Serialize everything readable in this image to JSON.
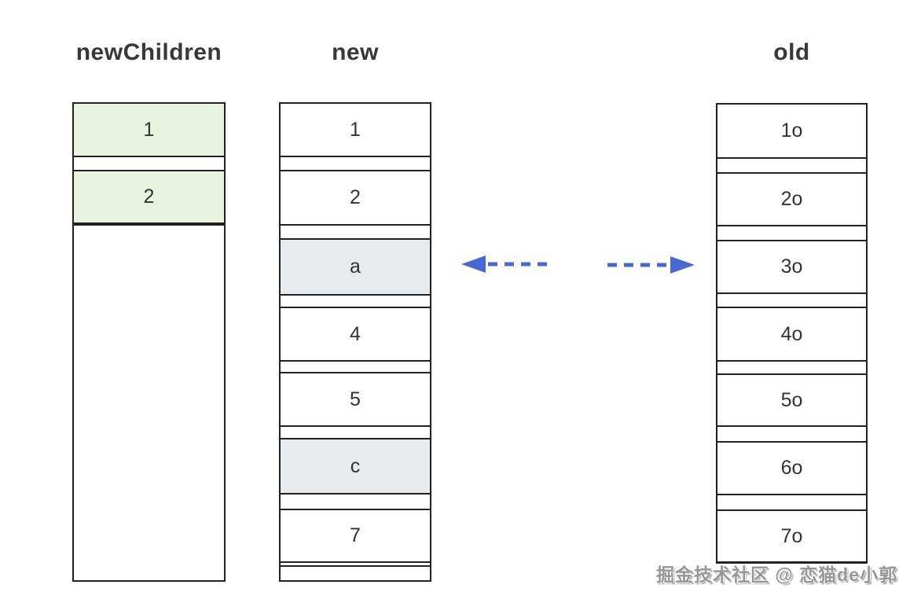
{
  "colors": {
    "background": "#ffffff",
    "border": "#222222",
    "cell_green": "#e8f4e0",
    "cell_gray": "#e7ebee",
    "cell_white": "#ffffff",
    "arrow_blue": "#4a67d6",
    "title_text": "#383838",
    "cell_text": "#333333",
    "watermark_text": "#969696"
  },
  "columns": [
    {
      "title": "newChildren",
      "cells": [
        {
          "label": "1",
          "fill": "green"
        },
        {
          "label": "2",
          "fill": "green"
        },
        {
          "label": "",
          "fill": "white"
        }
      ]
    },
    {
      "title": "new",
      "cells": [
        {
          "label": "1",
          "fill": "white"
        },
        {
          "label": "2",
          "fill": "white"
        },
        {
          "label": "a",
          "fill": "gray"
        },
        {
          "label": "4",
          "fill": "white"
        },
        {
          "label": "5",
          "fill": "white"
        },
        {
          "label": "c",
          "fill": "gray"
        },
        {
          "label": "7",
          "fill": "white"
        },
        {
          "label": "",
          "fill": "white"
        }
      ]
    },
    {
      "title": "old",
      "cells": [
        {
          "label": "1o",
          "fill": "white"
        },
        {
          "label": "2o",
          "fill": "white"
        },
        {
          "label": "3o",
          "fill": "white"
        },
        {
          "label": "4o",
          "fill": "white"
        },
        {
          "label": "5o",
          "fill": "white"
        },
        {
          "label": "6o",
          "fill": "white"
        },
        {
          "label": "7o",
          "fill": "white"
        }
      ]
    }
  ],
  "arrows": [
    {
      "name": "dashed-arrow-left",
      "direction": "left"
    },
    {
      "name": "dashed-arrow-right",
      "direction": "right"
    }
  ],
  "watermark": {
    "text": "掘金技术社区 @ 恋猫de小郭"
  }
}
